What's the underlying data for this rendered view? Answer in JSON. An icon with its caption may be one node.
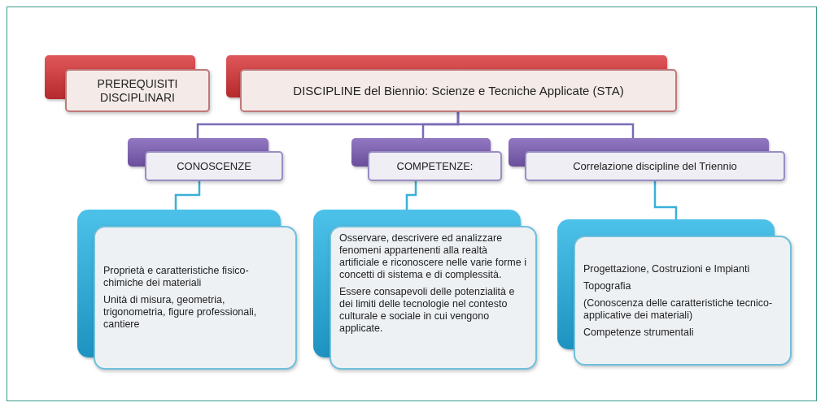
{
  "diagram": {
    "nodes": [
      {
        "text": [
          "PREREQUISITI DISCIPLINARI"
        ]
      },
      {
        "text": [
          "DISCIPLINE del Biennio: Scienze e Tecniche Applicate (STA)"
        ]
      },
      {
        "text": [
          "CONOSCENZE"
        ]
      },
      {
        "text": [
          "COMPETENZE:"
        ]
      },
      {
        "text": [
          "Correlazione discipline del Triennio"
        ]
      },
      {
        "text": [
          "Proprietà e caratteristiche fisico-chimiche dei materiali",
          "Unità di misura, geometria, trigonometria, figure professionali, cantiere"
        ]
      },
      {
        "text": [
          "Osservare, descrivere ed analizzare fenomeni appartenenti alla realtà artificiale e riconoscere nelle varie forme i concetti di sistema e di complessità.",
          "Essere consapevoli delle potenzialità e dei limiti delle tecnologie nel contesto culturale e sociale in cui vengono applicate."
        ]
      },
      {
        "text": [
          "Progettazione, Costruzioni e Impianti",
          "Topografia",
          "(Conoscenza delle caratteristiche tecnico-applicative dei materiali)",
          "Competenze strumentali"
        ]
      }
    ],
    "edges": [
      {
        "from": 1,
        "to": 2,
        "arrow": "none"
      },
      {
        "from": 1,
        "to": 3,
        "arrow": "none"
      },
      {
        "from": 1,
        "to": 4,
        "arrow": "none"
      },
      {
        "from": 2,
        "to": 5,
        "arrow": "none",
        "color": "#3ab0d8"
      },
      {
        "from": 3,
        "to": 6,
        "arrow": "none",
        "color": "#3ab0d8"
      },
      {
        "from": 4,
        "to": 7,
        "arrow": "none",
        "color": "#3ab0d8"
      }
    ]
  }
}
